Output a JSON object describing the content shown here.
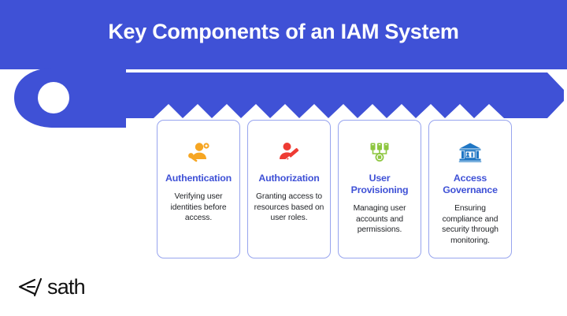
{
  "banner": {
    "title": "Key Components of an IAM System",
    "background_color": "#3F51D6",
    "title_color": "#FFFFFF"
  },
  "key_graphic": {
    "name": "key-illustration",
    "color": "#3F51D6",
    "hole_color": "#FFFFFF",
    "teeth_count": 12
  },
  "cards": [
    {
      "icon_name": "user-key-icon",
      "icon_color": "#F6A623",
      "title": "Authentication",
      "description": "Verifying user identities before access."
    },
    {
      "icon_name": "user-edit-icon",
      "icon_color": "#EE3B33",
      "title": "Authorization",
      "description": "Granting access to resources based on user roles."
    },
    {
      "icon_name": "provisioning-nodes-icon",
      "icon_color": "#8DC63F",
      "title": "User Provisioning",
      "description": "Managing user accounts and permissions."
    },
    {
      "icon_name": "bank-building-icon",
      "icon_color": "#1F76C4",
      "title": "Access Governance",
      "description": "Ensuring compliance and security through monitoring."
    }
  ],
  "card_style": {
    "border_color": "#97A4EE",
    "title_color": "#3F51D6",
    "description_color": "#222428"
  },
  "logo": {
    "mark": "</",
    "text": "sath",
    "color": "#111111"
  }
}
